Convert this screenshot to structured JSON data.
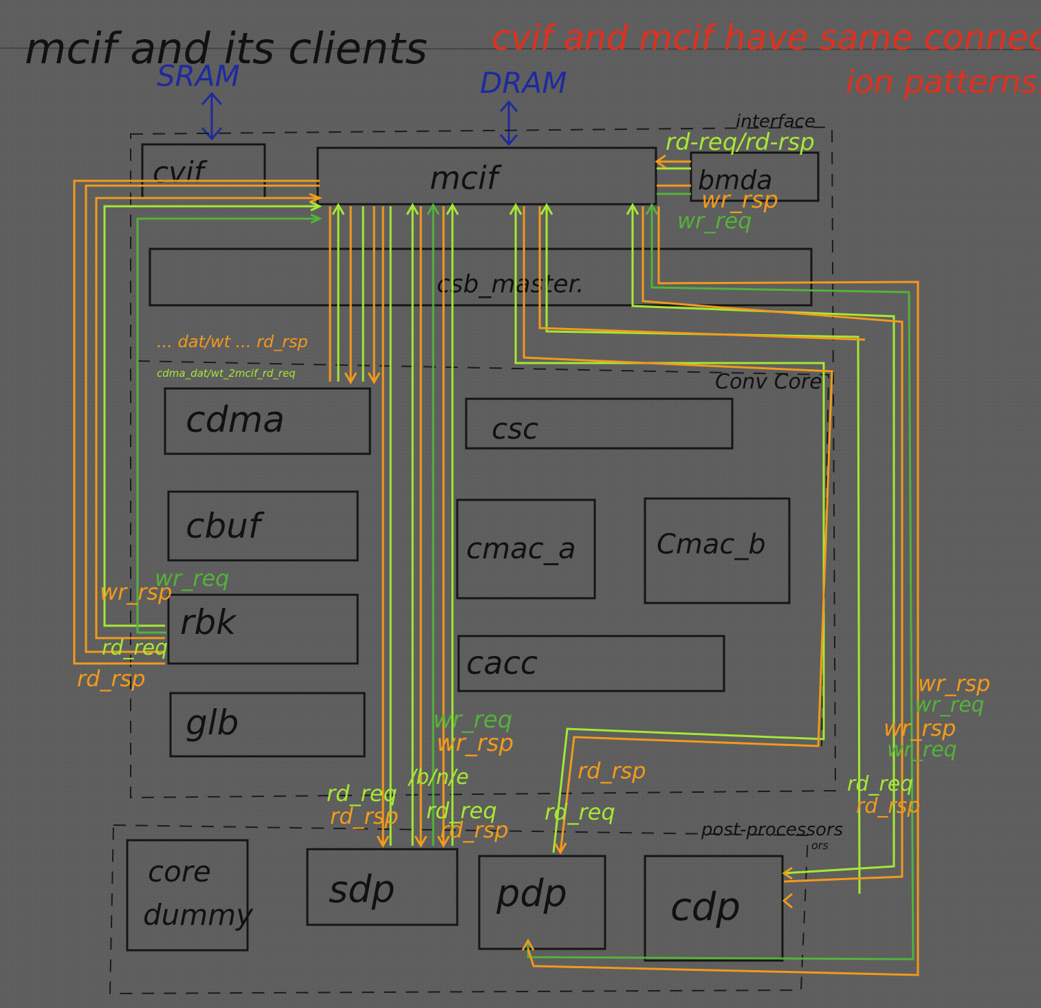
{
  "header": {
    "title": "mcif and its clients",
    "note_line1": "cvif and mcif have same connect-",
    "note_line2": "ion patterns."
  },
  "memories": {
    "sram": "SRAM",
    "dram": "DRAM"
  },
  "blocks": {
    "cvif": "cvif",
    "mcif": "mcif",
    "bdma": "bmda",
    "csb_master": "csb_master.",
    "cdma": "cdma",
    "cbuf": "cbuf",
    "rbk": "rbk",
    "glb": "glb",
    "csc": "csc",
    "cmac_a": "cmac_a",
    "cmac_b": "Cmac_b",
    "cacc": "cacc",
    "core_dummy_l1": "core",
    "core_dummy_l2": "dummy",
    "sdp": "sdp",
    "pdp": "pdp",
    "cdp": "cdp"
  },
  "groups": {
    "interface": "interface",
    "conv_core": "Conv Core",
    "post_processors_l1": "post-processors",
    "post_processors_l2": "ors"
  },
  "signals": {
    "bdma_rd": "rd-req/rd-rsp",
    "bdma_wr_rsp": "wr_rsp",
    "bdma_wr_req": "wr_req",
    "cdma_dat_rsp": "... dat/wt ... rd_rsp",
    "cdma_dat_req": "cdma_dat/wt_2mcif_rd_req",
    "rbk_wr_req": "wr_req",
    "rbk_wr_rsp": "wr_rsp",
    "rbk_rd_req": "rd_req",
    "rbk_rd_rsp": "rd_rsp",
    "sdp_wr_req": "wr_req",
    "sdp_wr_rsp": "wr_rsp",
    "sdp_rd_req": "rd_req",
    "sdp_rd_rsp": "rd_rsp",
    "sdp_bne": "/b/n/e",
    "sdp_rd_req2": "rd_req",
    "sdp_rd_rsp2": "rd_rsp",
    "pdp_rd_rsp": "rd_rsp",
    "pdp_rd_req": "rd_req",
    "cdp_wr_rsp1": "wr_rsp",
    "cdp_wr_req1": "wr_req",
    "cdp_wr_rsp2": "wr_rsp",
    "cdp_wr_req2": "wr_req",
    "cdp_rd_req": "rd_req",
    "cdp_rd_rsp": "rd_rsp"
  },
  "colors": {
    "rd_rsp_orange": "#f39a1b",
    "rd_req_lime": "#a6e834",
    "wr_req_green": "#54b23a",
    "note_red": "#e0301e",
    "memory_blue": "#1e2a9e"
  }
}
